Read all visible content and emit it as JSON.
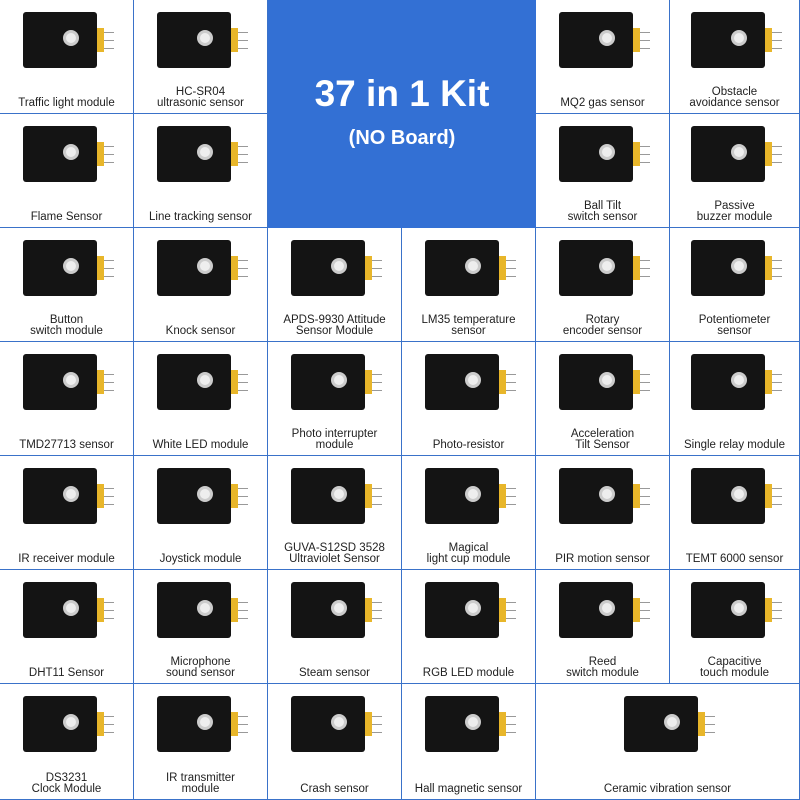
{
  "hero": {
    "title": "37 in 1 Kit",
    "subtitle": "(NO Board)",
    "color": "#3370d4"
  },
  "grid_color": "#3a72c9",
  "modules": [
    {
      "label": "Traffic light module"
    },
    {
      "label": "HC-SR04\nultrasonic sensor"
    },
    {
      "label": "MQ2 gas sensor"
    },
    {
      "label": "Obstacle\navoidance sensor"
    },
    {
      "label": "Flame Sensor"
    },
    {
      "label": "Line tracking sensor"
    },
    {
      "label": "Ball Tilt\nswitch sensor"
    },
    {
      "label": "Passive\nbuzzer module"
    },
    {
      "label": "Button\nswitch module"
    },
    {
      "label": "Knock sensor"
    },
    {
      "label": "APDS-9930 Attitude\nSensor Module"
    },
    {
      "label": "LM35 temperature\nsensor"
    },
    {
      "label": "Rotary\nencoder sensor"
    },
    {
      "label": "Potentiometer\nsensor"
    },
    {
      "label": "TMD27713 sensor"
    },
    {
      "label": "White LED module"
    },
    {
      "label": "Photo interrupter\nmodule"
    },
    {
      "label": "Photo-resistor"
    },
    {
      "label": "Acceleration\nTilt Sensor"
    },
    {
      "label": "Single relay module"
    },
    {
      "label": "IR receiver module"
    },
    {
      "label": "Joystick module"
    },
    {
      "label": "GUVA-S12SD 3528\nUltraviolet Sensor"
    },
    {
      "label": "Magical\nlight cup module"
    },
    {
      "label": "PIR motion sensor"
    },
    {
      "label": "TEMT 6000 sensor"
    },
    {
      "label": "DHT11  Sensor"
    },
    {
      "label": "Microphone\nsound sensor"
    },
    {
      "label": "Steam sensor"
    },
    {
      "label": "RGB LED module"
    },
    {
      "label": "Reed\nswitch module"
    },
    {
      "label": "Capacitive\ntouch module"
    },
    {
      "label": "DS3231\nClock Module"
    },
    {
      "label": "IR transmitter\nmodule"
    },
    {
      "label": "Crash sensor"
    },
    {
      "label": "Hall magnetic sensor"
    },
    {
      "label": "Ceramic vibration sensor"
    }
  ]
}
